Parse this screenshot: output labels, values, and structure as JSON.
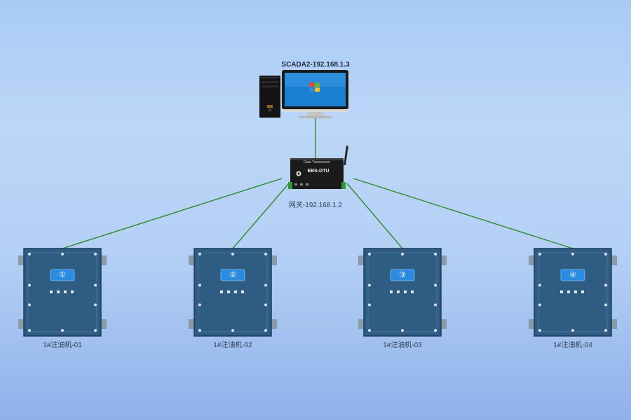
{
  "scada": {
    "label": "SCADA2-192.168.1.3"
  },
  "gateway": {
    "label": "网关-192.168.1.2",
    "brand": "EBS-DTU",
    "caption": "Data Transceiver"
  },
  "machines": [
    {
      "label": "1#注油机-01",
      "badge": "①"
    },
    {
      "label": "1#注油机-02",
      "badge": "②"
    },
    {
      "label": "1#注油机-03",
      "badge": "③"
    },
    {
      "label": "1#注油机-04",
      "badge": "④"
    }
  ],
  "colors": {
    "link": "#2f8a2f",
    "cabinet": "#2f5c82",
    "cabinet_border": "#1d3d5c",
    "badge": "#2a8be0",
    "monitor_screen": "#1a7fd0"
  }
}
